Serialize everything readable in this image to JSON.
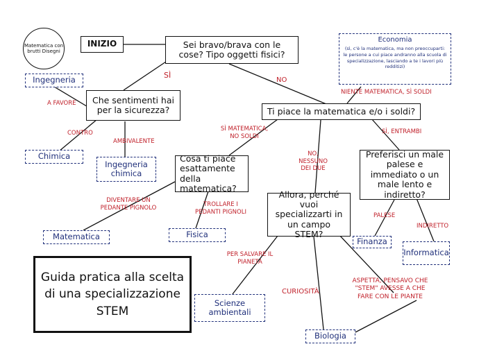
{
  "logo": "Matematica con brutti Disegni",
  "start": "INIZIO",
  "title": "Guida pratica alla scelta di una specializzazione STEM",
  "questions": {
    "q1": "Sei bravo/brava con le cose? Tipo oggetti fisici?",
    "q2": "Che sentimenti hai per la sicurezza?",
    "q3": "Ti piace la matematica e/o i soldi?",
    "q4": "Cosa ti piace esattamente della matematica?",
    "q5": "Allora, perché vuoi specializzarti in un campo STEM?",
    "q6": "Preferisci un male palese e immediato o un male lento e indiretto?"
  },
  "labels": {
    "si": "SÌ",
    "no": "NO",
    "a_favore": "A FAVORE",
    "contro": "CONTRO",
    "ambivalente": "AMBIVALENTE",
    "niente_mat": "NIENTE MATEMATICA, SÌ SOLDI",
    "si_mat": "SÌ MATEMATICA, NO SOLDI",
    "no_nessuno": "NO, NESSUNO DEI DUE",
    "si_entrambi": "SÌ, ENTRAMBI",
    "pedante": "DIVENTARE UN PEDANTE PIGNOLO",
    "trollare": "TROLLARE I PEDANTI PIGNOLI",
    "palese": "PALESE",
    "indiretto": "INDIRETTO",
    "salvare": "PER SALVARE IL PIANETA",
    "curiosita": "CURIOSITÀ",
    "aspetta": "ASPETTA, PENSAVO CHE \"STEM\" AVESSE A CHE FARE CON LE PIANTE"
  },
  "destinations": {
    "ingegneria": "Ingegneria",
    "chimica": "Chimica",
    "ing_chimica": "Ingegneria chimica",
    "matematica": "Matematica",
    "fisica": "Fisica",
    "finanza": "Finanza",
    "informatica": "Informatica",
    "scienze": "Scienze ambientali",
    "biologia": "Biologia"
  },
  "economia": {
    "title": "Economia",
    "note": "(sì, c'è la matematica, ma non preoccuparti: le persone a cui piace andranno alla scuola di specializzazione, lasciando a te i lavori più redditizi)"
  },
  "colors": {
    "ink": "#111111",
    "answer": "#c0202a",
    "destination": "#1f2f7a"
  }
}
